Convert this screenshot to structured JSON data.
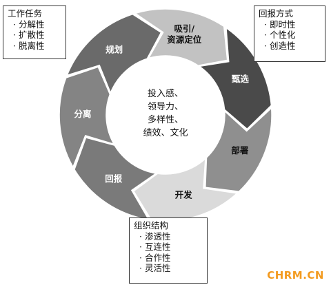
{
  "cycle": {
    "center_lines": [
      "投入感、",
      "领导力、",
      "多样性、",
      "绩效、文化"
    ],
    "segments": [
      {
        "label": "规划",
        "fill": "#6a6a6a",
        "text_color": "#ffffff"
      },
      {
        "label": "吸引/资源定位",
        "fill": "#c2c2c2",
        "text_color": "#111111"
      },
      {
        "label": "甄选",
        "fill": "#4a4a4a",
        "text_color": "#ffffff"
      },
      {
        "label": "部署",
        "fill": "#8f8f8f",
        "text_color": "#111111"
      },
      {
        "label": "开发",
        "fill": "#dadada",
        "text_color": "#111111"
      },
      {
        "label": "回报",
        "fill": "#7a7a7a",
        "text_color": "#ffffff"
      },
      {
        "label": "分离",
        "fill": "#848484",
        "text_color": "#ffffff"
      }
    ]
  },
  "boxes": {
    "top_left": {
      "title": "工作任务",
      "items": [
        "分解性",
        "扩散性",
        "脱离性"
      ]
    },
    "top_right": {
      "title": "回报方式",
      "items": [
        "即时性",
        "个性化",
        "创造性"
      ]
    },
    "bottom": {
      "title": "组织结构",
      "items": [
        "渗透性",
        "互连性",
        "合作性",
        "灵活性"
      ]
    }
  },
  "watermark": "CHRM.CN"
}
